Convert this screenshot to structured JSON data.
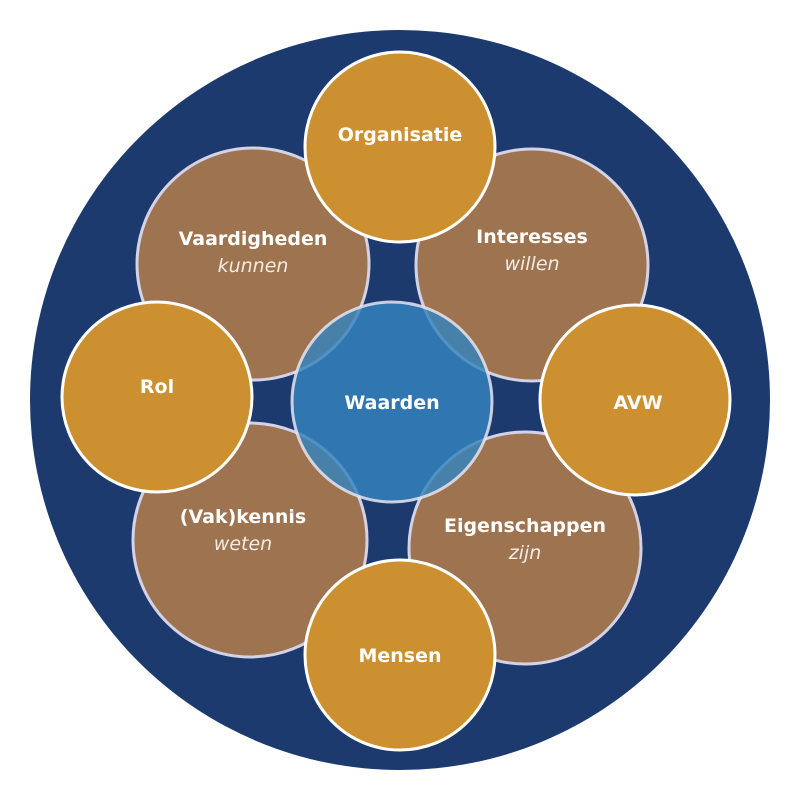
{
  "colors": {
    "background_circle": "#1c3a6e",
    "brown": "#9d7350",
    "gold": "#cc9030",
    "center_blue": "#3484be",
    "stroke": "#d4d2e6"
  },
  "center": {
    "label": "Waarden"
  },
  "brown_circles": [
    {
      "title": "Vaardigheden",
      "subtitle": "kunnen"
    },
    {
      "title": "Interesses",
      "subtitle": "willen"
    },
    {
      "title": "(Vak)kennis",
      "subtitle": "weten"
    },
    {
      "title": "Eigenschappen",
      "subtitle": "zijn"
    }
  ],
  "gold_circles": [
    {
      "label": "Organisatie"
    },
    {
      "label": "Rol"
    },
    {
      "label": "AVW"
    },
    {
      "label": "Mensen"
    }
  ]
}
